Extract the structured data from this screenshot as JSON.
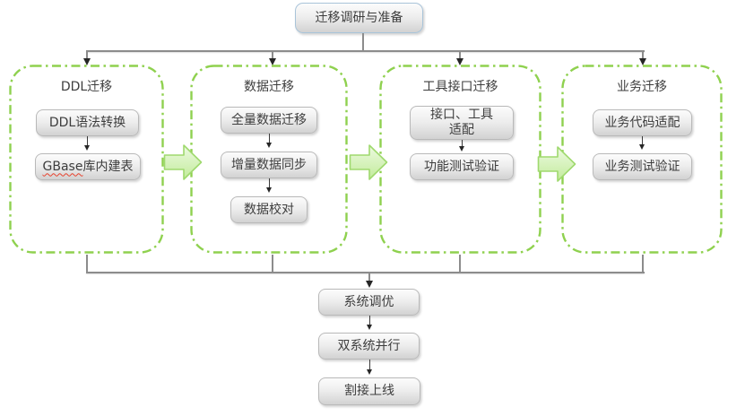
{
  "diagram": {
    "root": {
      "label": "迁移调研与准备"
    },
    "phases": [
      {
        "title": "DDL迁移",
        "steps": [
          {
            "text": "DDL语法转换"
          },
          {
            "text_misspelled": "GBase",
            "text_rest": "库内建表"
          }
        ]
      },
      {
        "title": "数据迁移",
        "steps": [
          {
            "text": "全量数据迁移"
          },
          {
            "text": "增量数据同步"
          },
          {
            "text": "数据校对"
          }
        ]
      },
      {
        "title": "工具接口迁移",
        "steps": [
          {
            "line1": "接口、工具",
            "line2": "适配"
          },
          {
            "text": "功能测试验证"
          }
        ]
      },
      {
        "title": "业务迁移",
        "steps": [
          {
            "text": "业务代码适配"
          },
          {
            "text": "业务测试验证"
          }
        ]
      }
    ],
    "final_steps": [
      {
        "text": "系统调优"
      },
      {
        "text": "双系统并行"
      },
      {
        "text": "割接上线"
      }
    ]
  },
  "colors": {
    "phase_border_green": "#8FD14F",
    "block_arrow_fill_top": "#EDFAE1",
    "block_arrow_fill_bottom": "#C2EB9B",
    "block_arrow_stroke": "#9FD96E",
    "node_fill_top": "#FCFCFC",
    "node_fill_bottom": "#D2D2D2",
    "node_border": "#B9B9B9",
    "root_node_border": "#A9C4D9",
    "connector_gray": "#8C8C8C",
    "arrowhead_dark": "#262626",
    "spellcheck_red": "#E8412C",
    "text_color": "#3D3D3D"
  }
}
